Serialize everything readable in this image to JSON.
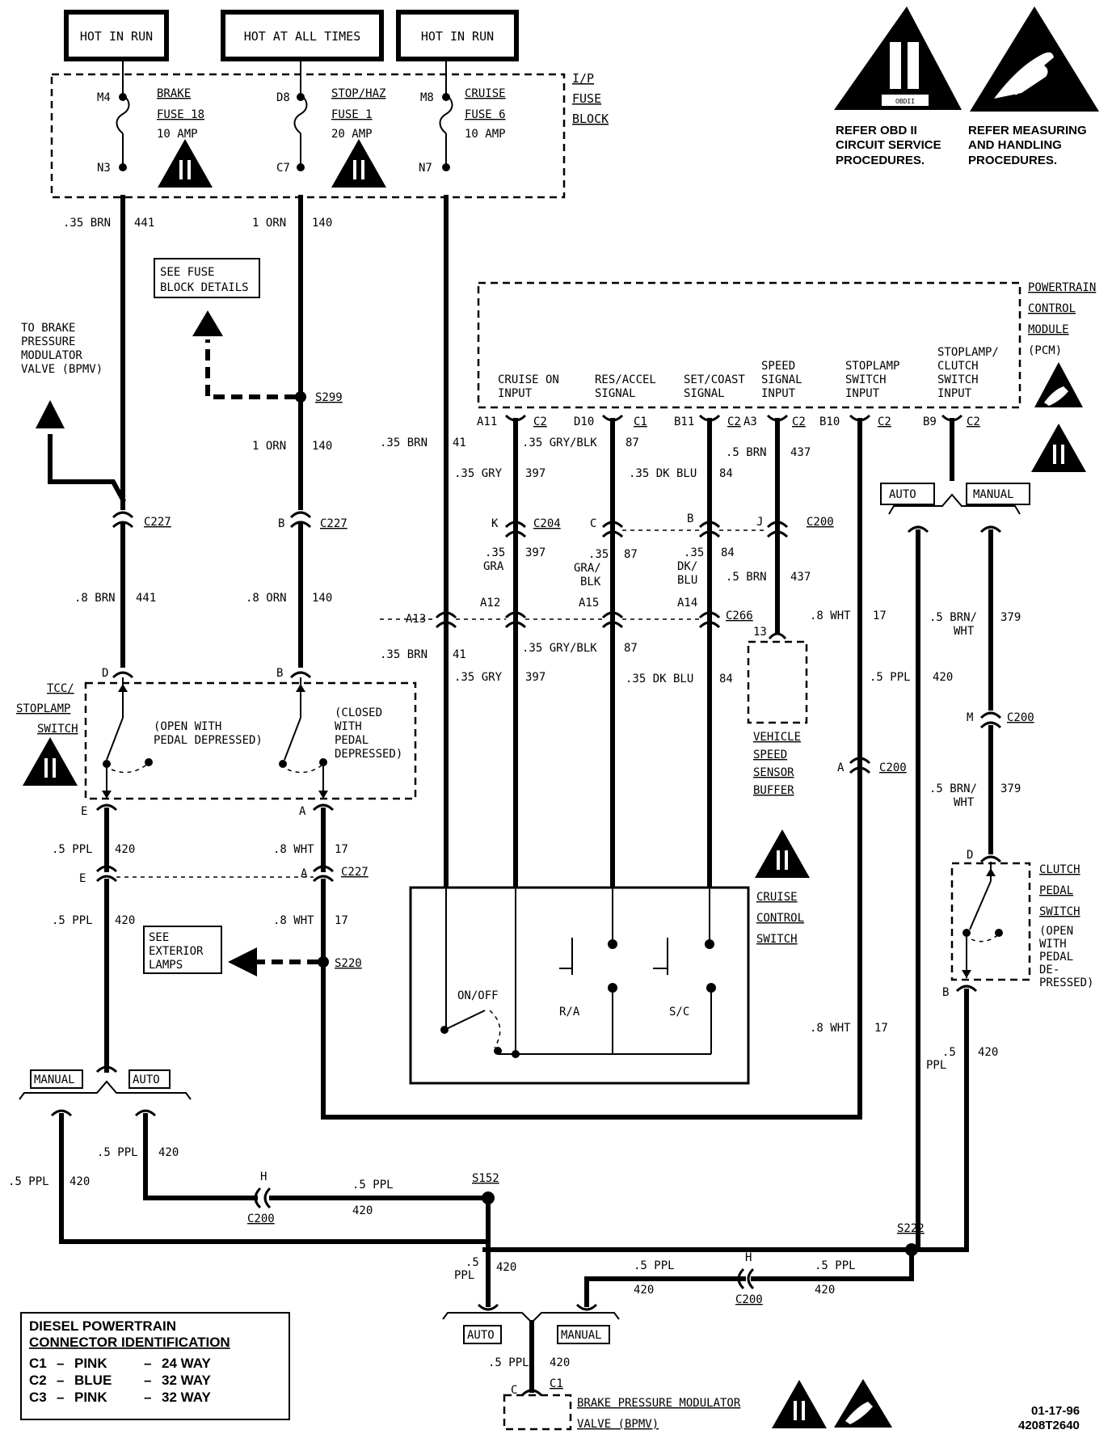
{
  "supply_boxes": [
    "HOT IN RUN",
    "HOT AT ALL TIMES",
    "HOT IN RUN"
  ],
  "fuse_block": {
    "name": [
      "I/P",
      "FUSE",
      "BLOCK"
    ],
    "fuses": [
      {
        "in_pin": "M4",
        "out_pin": "N3",
        "name": "BRAKE",
        "fuse": "FUSE 18",
        "amp": "10 AMP"
      },
      {
        "in_pin": "D8",
        "out_pin": "C7",
        "name": "STOP/HAZ",
        "fuse": "FUSE 1",
        "amp": "20 AMP"
      },
      {
        "in_pin": "M8",
        "out_pin": "N7",
        "name": "CRUISE",
        "fuse": "FUSE 6",
        "amp": "10 AMP"
      }
    ]
  },
  "legend_icons": [
    {
      "label": [
        "REFER OBD II",
        "CIRCUIT SERVICE",
        "PROCEDURES."
      ],
      "symbol": "obd-ii-triangle"
    },
    {
      "label": [
        "REFER MEASURING",
        "AND HANDLING",
        "PROCEDURES."
      ],
      "symbol": "esd-triangle"
    }
  ],
  "obd_label": "OBDII",
  "obd_mark": "II",
  "pcm": {
    "name": [
      "POWERTRAIN",
      "CONTROL",
      "MODULE",
      "(PCM)"
    ],
    "inputs": [
      {
        "label": [
          "CRUISE ON",
          "INPUT"
        ],
        "pin": "A11",
        "conn": "C2"
      },
      {
        "label": [
          "RES/ACCEL",
          "SIGNAL"
        ],
        "pin": "D10",
        "conn": "C1"
      },
      {
        "label": [
          "SET/COAST",
          "SIGNAL"
        ],
        "pin": "B11",
        "conn": "C2"
      },
      {
        "label": [
          "SPEED",
          "SIGNAL",
          "INPUT"
        ],
        "pin": "A3",
        "conn": "C2"
      },
      {
        "label": [
          "STOPLAMP",
          "SWITCH",
          "INPUT"
        ],
        "pin": "B10",
        "conn": "C2"
      },
      {
        "label": [
          "STOPLAMP/",
          "CLUTCH",
          "SWITCH",
          "INPUT"
        ],
        "pin": "B9",
        "conn": "C2"
      }
    ]
  },
  "wire_labels": {
    "w441_top": [
      ".35 BRN",
      "441"
    ],
    "w140_top": [
      "1 ORN",
      "140"
    ],
    "w140_mid": [
      "1 ORN",
      "140"
    ],
    "w41_top": [
      ".35 BRN",
      "41"
    ],
    "w397_top": [
      ".35 GRY/BLK",
      "87"
    ],
    "w397_top2": [
      ".35 GRY",
      "397"
    ],
    "w84_top": [
      ".35 DK BLU",
      "84"
    ],
    "w437_top": [
      ".5 BRN",
      "437"
    ],
    "w441_mid": [
      ".8 BRN",
      "441"
    ],
    "w140_low": [
      ".8 ORN",
      "140"
    ],
    "w397_mid": [
      ".35",
      "GRA",
      "397"
    ],
    "w87_mid": [
      ".35",
      "GRA/",
      "BLK",
      "87"
    ],
    "w84_mid": [
      ".35",
      "DK/",
      "BLU",
      "84"
    ],
    "w437_mid": [
      ".5 BRN",
      "437"
    ],
    "w17_pcm": [
      ".8 WHT",
      "17"
    ],
    "w379_top": [
      ".5 BRN/",
      "WHT",
      "379"
    ],
    "w41_low": [
      ".35 BRN",
      "41"
    ],
    "w87_low": [
      ".35 GRY/BLK",
      "87"
    ],
    "w397_low": [
      ".35 GRY",
      "397"
    ],
    "w84_low": [
      ".35 DK BLU",
      "84"
    ],
    "w420_pcm": [
      ".5 PPL",
      "420"
    ],
    "w379_low": [
      ".5 BRN/",
      "WHT",
      "379"
    ],
    "w420_sw": [
      ".5 PPL",
      "420"
    ],
    "w17_sw": [
      ".8 WHT",
      "17"
    ],
    "w420_sw2": [
      ".5 PPL",
      "420"
    ],
    "w17_sw2": [
      ".8 WHT",
      "17"
    ],
    "w17_right": [
      ".8 WHT",
      "17"
    ],
    "w420_clutch": [
      ".5",
      "PPL",
      "420"
    ],
    "w420_auto": [
      ".5 PPL",
      "420"
    ],
    "w420_man": [
      ".5 PPL",
      "420"
    ],
    "w420_h": [
      ".5 PPL",
      "420"
    ],
    "w420_s152": [
      ".5",
      "PPL",
      "420"
    ],
    "w420_c200a": [
      ".5 PPL",
      "420"
    ],
    "w420_c200b": [
      ".5 PPL",
      "420"
    ],
    "w420_bpmv": [
      ".5 PPL",
      "420"
    ]
  },
  "connectors": {
    "c227": "C227",
    "c204": "C204",
    "c200": "C200",
    "c266": "C266",
    "c200_h": "C200",
    "c200_h2": "C200",
    "c200_m": "C200",
    "c200_a": "C200",
    "c227_b": "C227",
    "c227_low": "C227",
    "c1": "C1"
  },
  "pins": {
    "b_c227": "B",
    "k": "K",
    "c": "C",
    "b": "B",
    "j": "J",
    "a13": "A13",
    "a12": "A12",
    "a15": "A15",
    "a14": "A14",
    "d": "D",
    "b2": "B",
    "e": "E",
    "a": "A",
    "e2": "E",
    "a2": "A",
    "a_c200": "A",
    "m": "M",
    "d2": "D",
    "b3": "B",
    "h": "H",
    "h2": "H",
    "c_bpmv": "C",
    "thirteen": "13"
  },
  "splices": [
    "S299",
    "S220",
    "S152",
    "S222"
  ],
  "references": {
    "fuse_details": [
      "SEE FUSE",
      "BLOCK DETAILS"
    ],
    "brake_valve": [
      "TO BRAKE",
      "PRESSURE",
      "MODULATOR",
      "VALVE (BPMV)"
    ],
    "exterior": [
      "SEE",
      "EXTERIOR",
      "LAMPS"
    ]
  },
  "tcc_switch": {
    "name": [
      "TCC/",
      "STOPLAMP",
      "SWITCH"
    ],
    "left_note": [
      "(OPEN WITH",
      "PEDAL DEPRESSED)"
    ],
    "right_note": [
      "(CLOSED",
      "WITH",
      "PEDAL",
      "DEPRESSED)"
    ]
  },
  "vss_buffer": [
    "VEHICLE",
    "SPEED",
    "SENSOR",
    "BUFFER"
  ],
  "cruise_switch": {
    "name": [
      "CRUISE",
      "CONTROL",
      "SWITCH"
    ],
    "on_off": "ON/OFF",
    "ra": "R/A",
    "sc": "S/C"
  },
  "clutch_switch": {
    "name": [
      "CLUTCH",
      "PEDAL",
      "SWITCH"
    ],
    "note": [
      "(OPEN",
      "WITH",
      "PEDAL",
      "DE-",
      "PRESSED)"
    ]
  },
  "options": {
    "auto_top": "AUTO",
    "manual_top": "MANUAL",
    "manual_left": "MANUAL",
    "auto_left": "AUTO",
    "auto_bottom": "AUTO",
    "manual_bottom": "MANUAL"
  },
  "bpmv": [
    "BRAKE PRESSURE MODULATOR",
    "VALVE (BPMV)"
  ],
  "connector_id": {
    "title": [
      "DIESEL POWERTRAIN",
      "CONNECTOR IDENTIFICATION"
    ],
    "rows": [
      {
        "conn": "C1",
        "color": "PINK",
        "ways": "24 WAY"
      },
      {
        "conn": "C2",
        "color": "BLUE",
        "ways": "32 WAY"
      },
      {
        "conn": "C3",
        "color": "PINK",
        "ways": "32 WAY"
      }
    ]
  },
  "footer": {
    "date": "01-17-96",
    "code": "4208T2640"
  }
}
